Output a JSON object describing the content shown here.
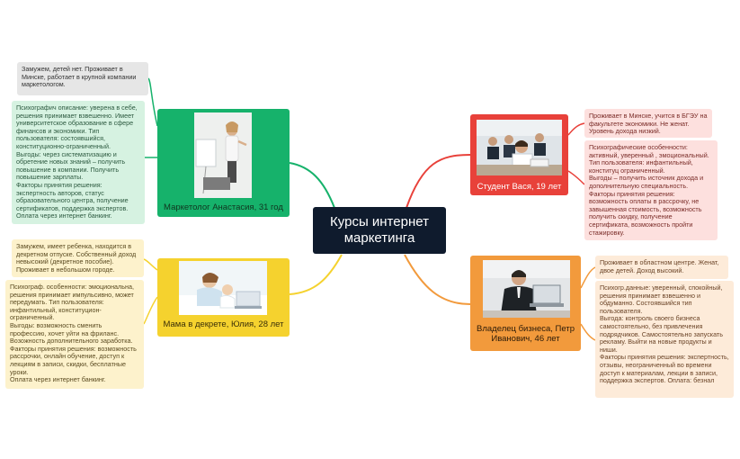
{
  "center": {
    "title": "Курсы интернет маркетинга"
  },
  "nodes": {
    "anastasia": {
      "caption": "Маркетолог Анастасия, 31 год",
      "color": "#16b26b"
    },
    "yulia": {
      "caption": "Мама в декрете, Юлия, 28 лет",
      "color": "#f5d22e"
    },
    "vasya": {
      "caption": "Студент Вася, 19 лет",
      "color": "#e8413a"
    },
    "petr": {
      "caption": "Владелец  бизнеса, Петр Иванович, 46 лет",
      "color": "#f29a3c"
    }
  },
  "notes": {
    "anastasia_top": "Замужем, детей нет. Проживает в Минске, работает в крупной компании маркетологом.",
    "anastasia_psy": "Психографич описание: уверена в себе, решения принимает взвешенно. Имеет университетское образование в сфере финансов и экономики. Тип пользователя: состоявшийся, конституционно-ограниченный.\nВыгоды: через систематизацию и обретение новых знаний – получить повышение в компании. Получить повышение зарплаты.\nФакторы принятия решения: экспертность авторов, статус образовательного центра, получение сертификатов, поддержка экспертов.\nОплата через интернет банкинг.",
    "yulia_top": "Замужем, имеет ребенка, находится в декретном отпуске. Собственный доход невысокий (декретное пособие). Проживает в небольшом городе.",
    "yulia_psy": "Психограф. особенности: эмоциональна, решения принимает импульсивно, может передумать. Тип пользователя: инфантильный, конституцион-ограниченный.\nВыгоды: возможность сменить профессию, хочет уйти на фриланс. Возожность дополнительного заработка.\nФакторы принятия решения: возможность рассрочки, онлайн обучение, доступ к лекциям в записи, скидки, бесплатные уроки.\nОплата через интернет банкинг.",
    "vasya_top": "Проживает в Минске, учится в БГЭУ на факультете экономики. Не женат. Уровень дохода низкий.",
    "vasya_psy": "Психографические особенности: активный, уверенный , эмоциональный. Тип пользователя: инфантильный, конституц ограниченный.\nВыгоды – получить источник дохода и дополнительную специальность.\nФакторы принятия решения: возможность оплаты в рассрочку, не завышенная стоимость, возможность получить скидку, получение сертификата, возможность пройти стажировку.",
    "petr_top": "Проживает в областном центре. Женат, двое детей. Доход высокий.",
    "petr_psy": "Психогр.данные: уверенный, спокойный, решения принимает взвешенно и обдуманно. Состоявшийся тип пользователя.\nВыгода: контроль  своего бизнеса самостоятельно, без привлечения подрядчиков. Самостоятельно запускать рекламу. Выйти на новые продукты  и ниши.\nФакторы принятия решения: экспертность,  отзывы, неограниченный во времени доступ к материалам, лекции в записи, поддержка экспертов. Оплата: безнал"
  }
}
